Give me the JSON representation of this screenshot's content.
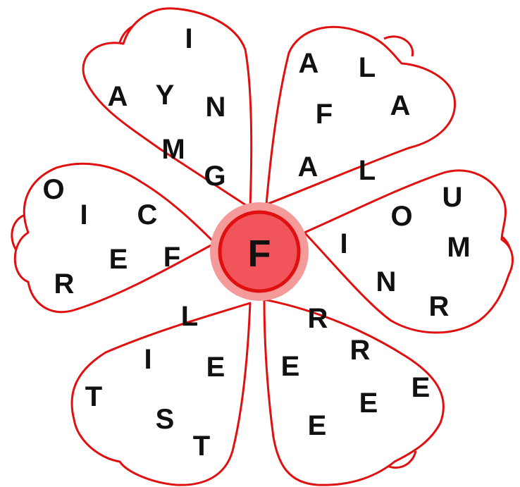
{
  "center": {
    "letter": "F",
    "outer_color": "#f59a9a",
    "inner_color": "#f2545b",
    "ring_color": "#e01010"
  },
  "petals": [
    {
      "name": "top-left",
      "letters": [
        "I",
        "A",
        "Y",
        "N",
        "M",
        "G"
      ]
    },
    {
      "name": "top-right",
      "letters": [
        "A",
        "L",
        "F",
        "A",
        "A",
        "L"
      ]
    },
    {
      "name": "right",
      "letters": [
        "U",
        "O",
        "I",
        "M",
        "N",
        "R"
      ]
    },
    {
      "name": "bottom-right",
      "letters": [
        "R",
        "R",
        "E",
        "E",
        "E",
        "E"
      ]
    },
    {
      "name": "bottom-left",
      "letters": [
        "L",
        "I",
        "E",
        "T",
        "S",
        "T"
      ]
    },
    {
      "name": "left",
      "letters": [
        "O",
        "I",
        "C",
        "E",
        "F",
        "R"
      ]
    }
  ],
  "colors": {
    "petal_outline": "#e01010",
    "petal_fill": "#ffffff",
    "letter": "#111111"
  }
}
